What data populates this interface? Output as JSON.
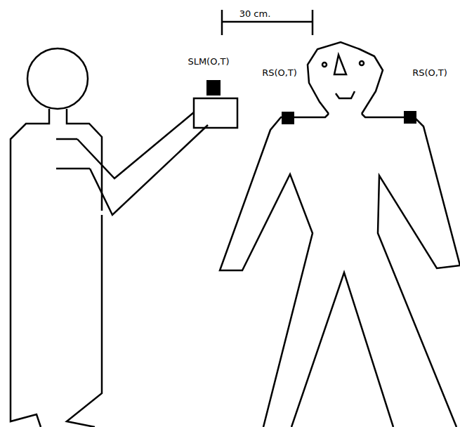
{
  "diagram": {
    "labels": [
      "30 cm.",
      "SLM(O,T)",
      "RS(O,T)",
      "RS(O,T)"
    ]
  }
}
